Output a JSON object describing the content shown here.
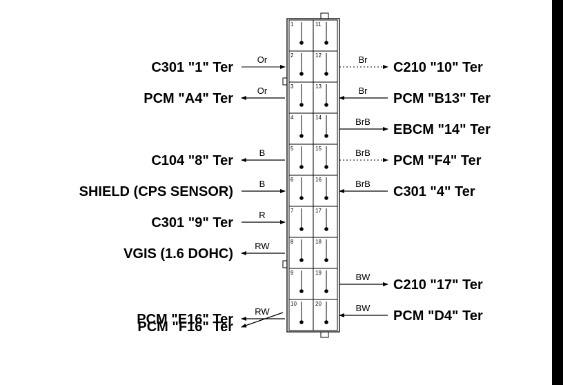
{
  "rows": [
    {
      "left": {
        "label": "",
        "wire": ""
      },
      "right": {
        "label": "",
        "wire": ""
      },
      "pins": [
        "1",
        "11"
      ]
    },
    {
      "left": {
        "label": "C301 \"1\" Ter",
        "wire": "Or"
      },
      "right": {
        "label": "C210 \"10\" Ter",
        "wire": "Br"
      },
      "pins": [
        "2",
        "12"
      ]
    },
    {
      "left": {
        "label": "PCM \"A4\" Ter",
        "wire": "Or"
      },
      "right": {
        "label": "PCM \"B13\" Ter",
        "wire": "Br"
      },
      "pins": [
        "3",
        "13"
      ]
    },
    {
      "left": {
        "label": "",
        "wire": ""
      },
      "right": {
        "label": "EBCM \"14\" Ter",
        "wire": "BrB"
      },
      "pins": [
        "4",
        "14"
      ]
    },
    {
      "left": {
        "label": "C104 \"8\" Ter",
        "wire": "B"
      },
      "right": {
        "label": "PCM \"F4\" Ter",
        "wire": "BrB"
      },
      "pins": [
        "5",
        "15"
      ]
    },
    {
      "left": {
        "label": "SHIELD (CPS SENSOR)",
        "wire": "B"
      },
      "right": {
        "label": "C301 \"4\" Ter",
        "wire": "BrB"
      },
      "pins": [
        "6",
        "16"
      ]
    },
    {
      "left": {
        "label": "C301 \"9\" Ter",
        "wire": "R"
      },
      "right": {
        "label": "",
        "wire": ""
      },
      "pins": [
        "7",
        "17"
      ]
    },
    {
      "left": {
        "label": "VGIS (1.6 DOHC)",
        "wire": "RW"
      },
      "right": {
        "label": "",
        "wire": ""
      },
      "pins": [
        "8",
        "18"
      ]
    },
    {
      "left": {
        "label": "",
        "wire": ""
      },
      "right": {
        "label": "C210 \"17\" Ter",
        "wire": "BW"
      },
      "pins": [
        "9",
        "19"
      ]
    },
    {
      "left": {
        "label": "PCM \"E16\" Ter",
        "wire": "RW"
      },
      "right": {
        "label": "PCM \"D4\" Ter",
        "wire": "BW"
      },
      "pins": [
        "10",
        "20"
      ]
    }
  ],
  "extra_left_label": "PCM \"F16\" Ter"
}
